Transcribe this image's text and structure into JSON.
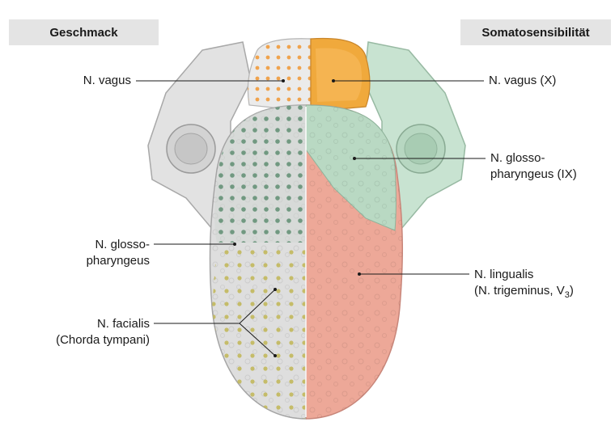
{
  "headers": {
    "left": "Geschmack",
    "right": "Somatosensibilität"
  },
  "labels": {
    "left_vagus": "N. vagus",
    "left_glosso_1": "N. glosso-",
    "left_glosso_2": "pharyngeus",
    "left_facialis_1": "N. facialis",
    "left_facialis_2": "(Chorda tympani)",
    "right_vagus": "N. vagus (X)",
    "right_glosso_1": "N. glosso-",
    "right_glosso_2": "pharyngeus (IX)",
    "right_lingualis_1": "N. lingualis",
    "right_lingualis_2_pre": "(N. trigeminus, V",
    "right_lingualis_2_sub": "3",
    "right_lingualis_2_post": ")"
  },
  "colors": {
    "vagus_sensory": "#f0a93c",
    "glosso_sensory": "#bcd9c6",
    "lingualis_sensory": "#eda898",
    "taste_vagus_dots": "#f0a34d",
    "taste_glosso_dots": "#6d9a7e",
    "taste_facialis_dots": "#c8bf6a",
    "tongue_gray": "#dcdcdc"
  }
}
